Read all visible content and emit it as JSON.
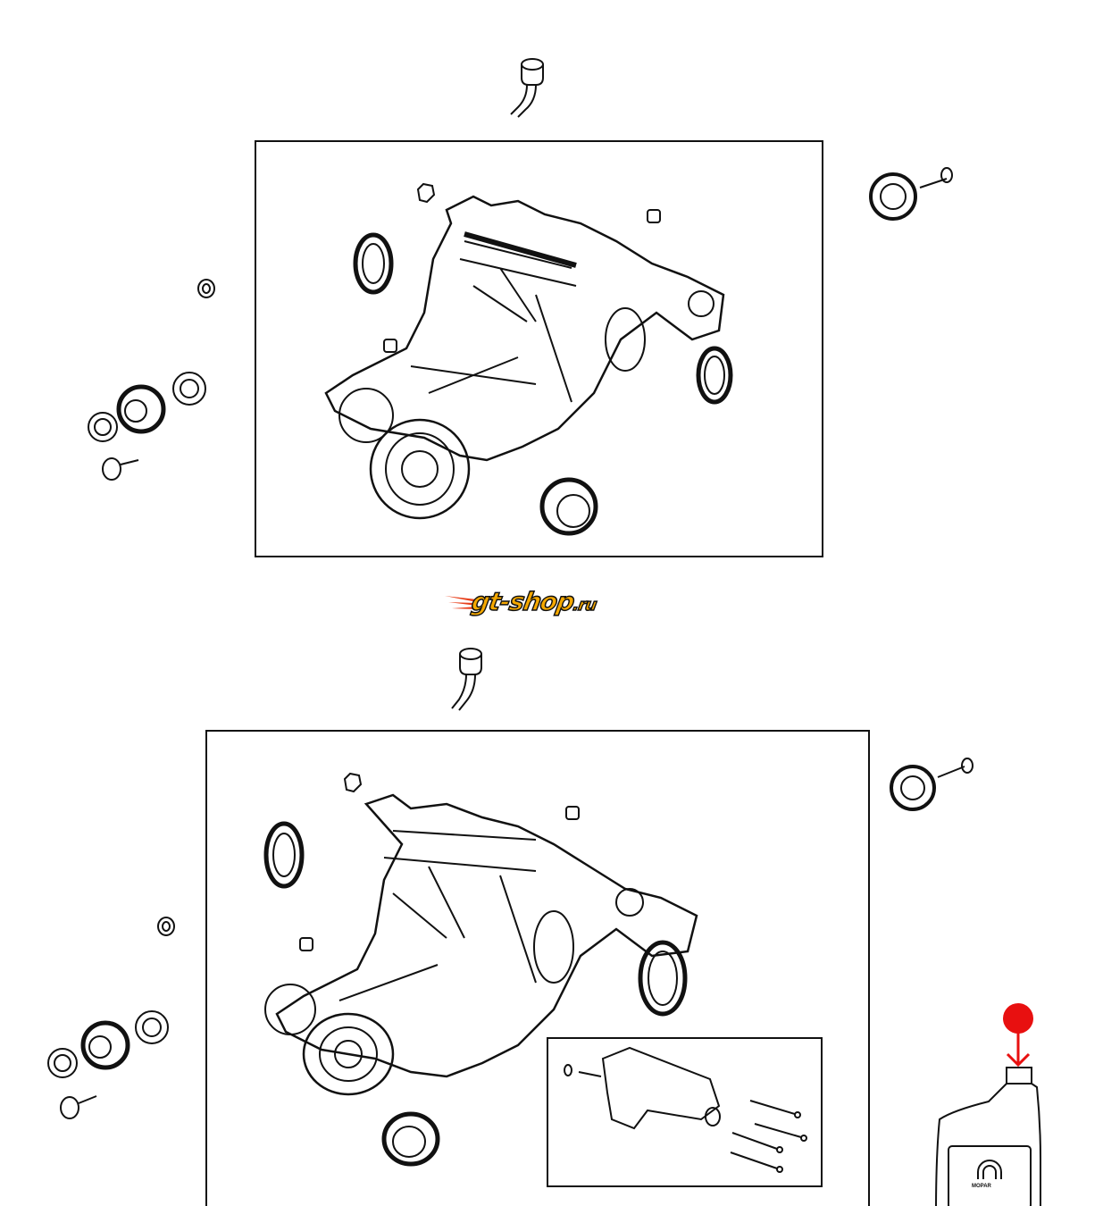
{
  "watermark": {
    "text": "gt-shop",
    "suffix": ".ru"
  },
  "bottle": {
    "brand": "MOPAR"
  },
  "colors": {
    "line": "#111111",
    "logo_orange": "#f5a800",
    "logo_red": "#e8401c",
    "marker_red": "#e81010"
  }
}
